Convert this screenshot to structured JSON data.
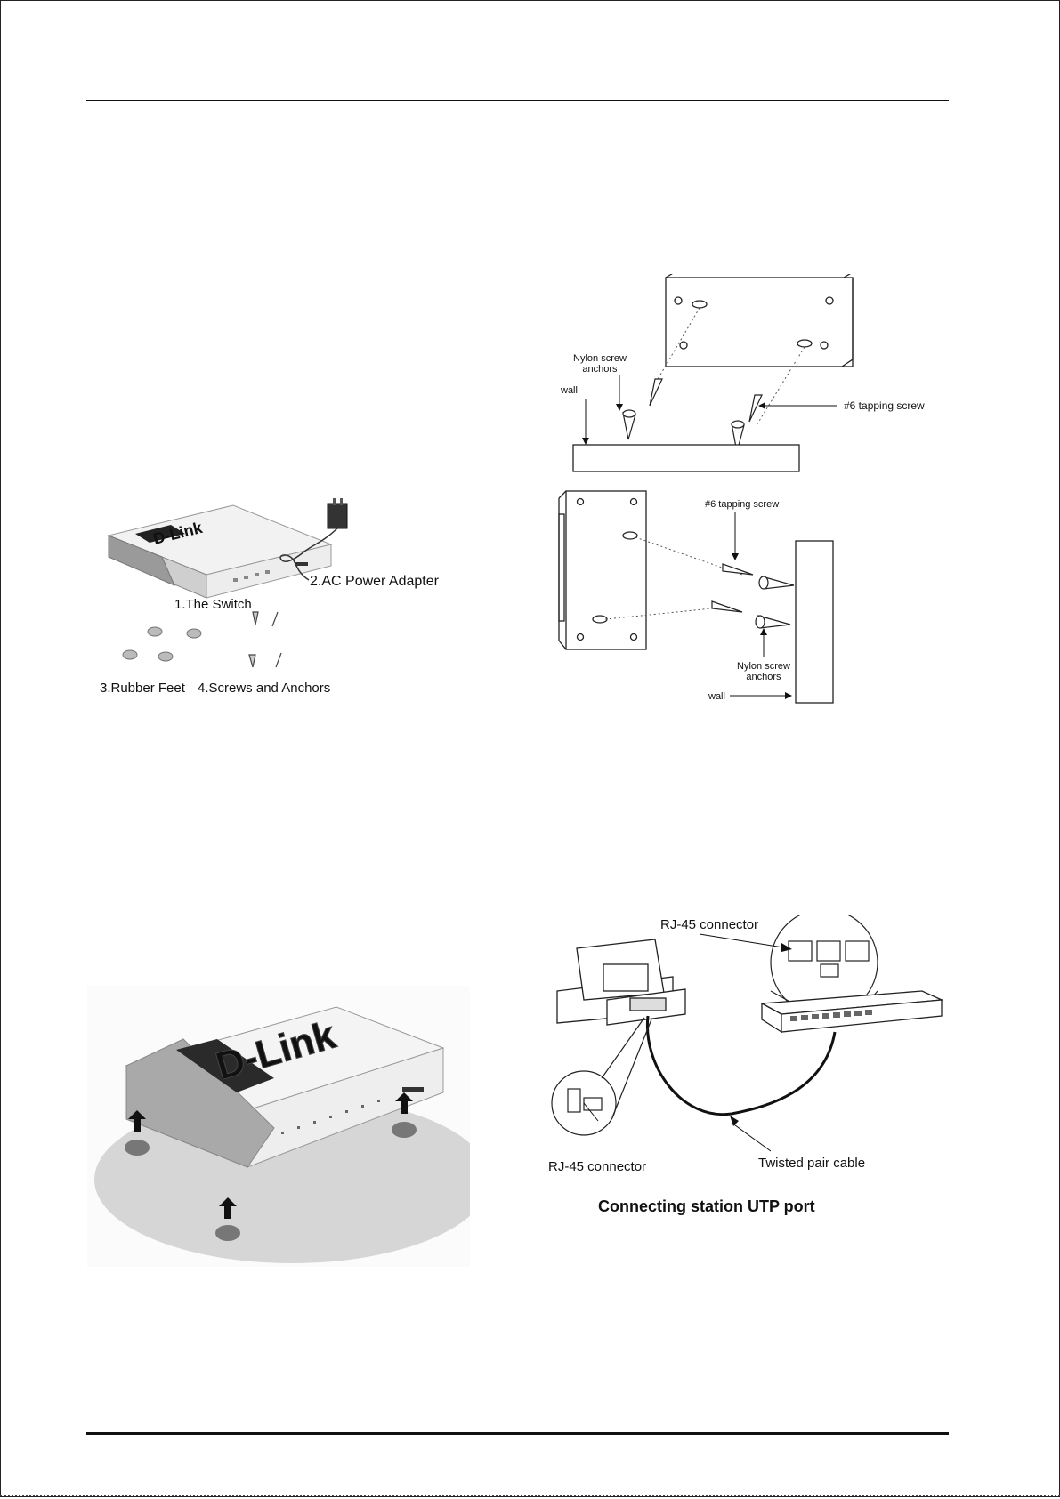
{
  "package_contents": {
    "switch_logo": "D-Link",
    "switch_label": "1.The Switch",
    "adapter_label": "2.AC Power Adapter",
    "feet_label": "3.Rubber Feet",
    "screws_label": "4.Screws and Anchors"
  },
  "wall_mount_horizontal": {
    "anchors_label_line1": "Nylon screw",
    "anchors_label_line2": "anchors",
    "wall_label": "wall",
    "screw_label": "#6 tapping screw"
  },
  "wall_mount_vertical": {
    "screw_label": "#6 tapping screw",
    "anchors_label_line1": "Nylon screw",
    "anchors_label_line2": "anchors",
    "wall_label": "wall"
  },
  "rubber_feet_install": {
    "switch_logo": "D-Link"
  },
  "utp_connection": {
    "connector_label_top": "RJ-45 connector",
    "connector_label_bottom": "RJ-45 connector",
    "cable_label": "Twisted pair cable",
    "caption": "Connecting station UTP port"
  }
}
